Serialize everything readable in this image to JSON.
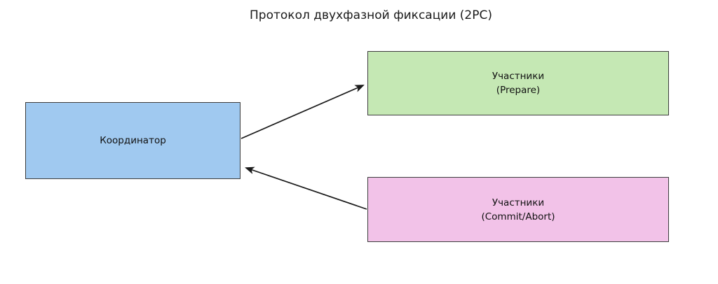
{
  "title": "Протокол двухфазной фиксации (2PC)",
  "colors": {
    "coordinator_fill": "#a0c9f0",
    "prepare_fill": "#c5e8b4",
    "commit_fill": "#f2c2e8",
    "node_border": "#3c3c3c",
    "arrow": "#1a1a1a"
  },
  "nodes": {
    "coordinator": {
      "label": "Координатор"
    },
    "prepare": {
      "label": "Участники",
      "sublabel": "(Prepare)"
    },
    "commit": {
      "label": "Участники",
      "sublabel": "(Commit/Abort)"
    }
  },
  "edges": [
    {
      "from": "coordinator",
      "to": "prepare",
      "direction": "to-prepare"
    },
    {
      "from": "commit",
      "to": "coordinator",
      "direction": "to-coordinator"
    }
  ]
}
